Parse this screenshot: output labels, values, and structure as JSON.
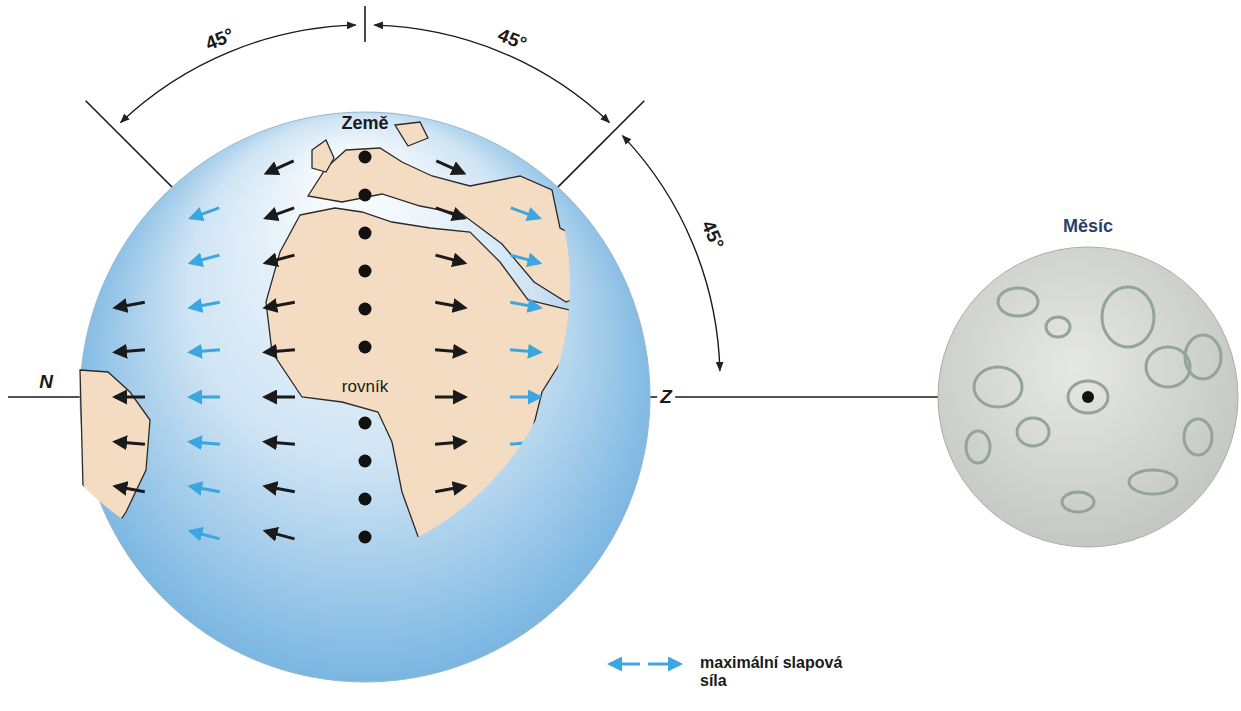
{
  "diagram": {
    "nodes": [
      {
        "text": [
          "Země",
          "rovník"
        ]
      },
      {
        "text": [
          "Měsíc"
        ]
      }
    ],
    "edges": [
      {
        "from": 0,
        "to": 1,
        "arrow": "none"
      }
    ],
    "labels": [
      "45°",
      "45°",
      "45°",
      "N",
      "Z"
    ],
    "legend": [
      {
        "text": "maximální slapová síla"
      }
    ]
  }
}
